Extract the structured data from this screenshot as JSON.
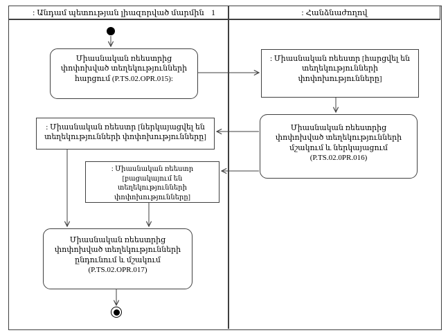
{
  "diagram": {
    "type": "uml-activity-swimlane",
    "lanes": [
      {
        "title": ": Անդամ պետության լիազորված մարմին",
        "page_marker": "1"
      },
      {
        "title": ": Հանձնաժողով"
      }
    ],
    "nodes": {
      "activity_request": {
        "label": "Միասնական ռեեստրից փոփոխված տեղեկությունների հարցում (P.TS.02.OPR.015):"
      },
      "object_requested": {
        "label": ": Միասնական ռեեստր [հարցվել են տեղեկությունների փոփոխությունները]"
      },
      "activity_process_present": {
        "label": "Միասնական ռեեստրից փոփոխված տեղեկությունների մշակում և ներկայացում (P.TS.02.0PR.016)"
      },
      "object_presented": {
        "label": ": Միասնական ռեեստր [ներկայացվել են տեղեկությունների փոփոխությունները]"
      },
      "object_absent": {
        "label": ": Միասնական ռեեստր [բացակայում են տեղեկությունների փոփոխությունները]"
      },
      "activity_receive_process": {
        "label": "Միասնական ռեեստրից փոփոխված տեղեկությունների ընդունում և մշակում (P.TS.02.OPR.017)"
      }
    },
    "icons": {
      "initial_node": "filled-circle",
      "final_node": "bullseye-circle"
    },
    "colors": {
      "line": "#3f3f3f",
      "text": "#000000",
      "background": "#ffffff"
    }
  }
}
